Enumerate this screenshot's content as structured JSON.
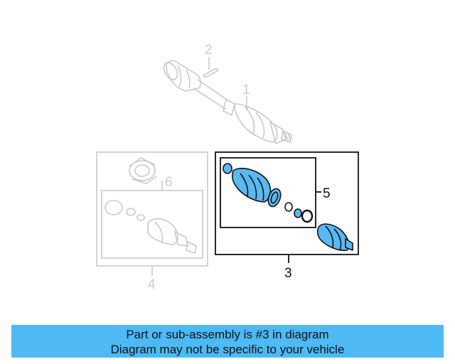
{
  "diagram": {
    "callouts": {
      "part1": "1",
      "part2": "2",
      "part3": "3",
      "part4": "4",
      "part5": "5",
      "part6": "6"
    },
    "highlighted_part": "3",
    "colors": {
      "highlight_fill": "#5ab9f2",
      "ghost_stroke": "#c8c8c8",
      "outline_stroke": "#111111"
    }
  },
  "banner": {
    "line1": "Part or sub-assembly is #3 in diagram",
    "line2": "Diagram may not be specific to your vehicle",
    "background": "#4dbaf5"
  }
}
